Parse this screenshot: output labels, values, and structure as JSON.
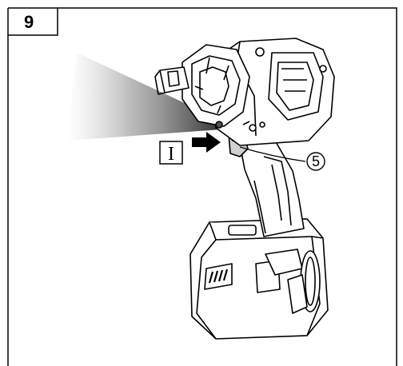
{
  "figure": {
    "number": "9",
    "step_label": "I",
    "callout": "5"
  },
  "colors": {
    "line": "#000000",
    "tool_fill": "#ffffff",
    "grip_gray": "#d0d0d0",
    "light_beam": "#555555"
  },
  "icons": [
    "impact-wrench-illustration",
    "work-light-beam",
    "arrow-right-icon",
    "battery-pack"
  ]
}
